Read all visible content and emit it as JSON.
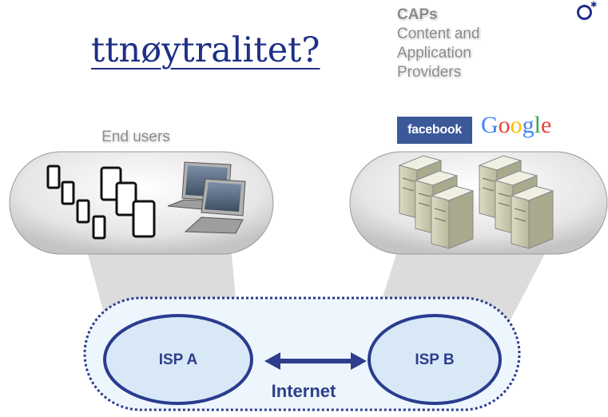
{
  "title": "ttnøytralitet?",
  "caps": {
    "heading": "CAPs",
    "lines": [
      "Content and",
      "Application",
      "Providers"
    ]
  },
  "logos": {
    "facebook": "facebook",
    "google": [
      "G",
      "o",
      "o",
      "g",
      "l",
      "e"
    ],
    "google_colors": [
      "#4285f4",
      "#ea4335",
      "#fbbc05",
      "#4285f4",
      "#34a853",
      "#ea4335"
    ]
  },
  "end_users_label": "End users",
  "isp_a_label": "ISP A",
  "isp_b_label": "ISP B",
  "internet_label": "Internet",
  "colors": {
    "accent": "#1f2f86",
    "isp_fill": "#d8e8f7",
    "cloud_fill": "#eef6fd"
  }
}
